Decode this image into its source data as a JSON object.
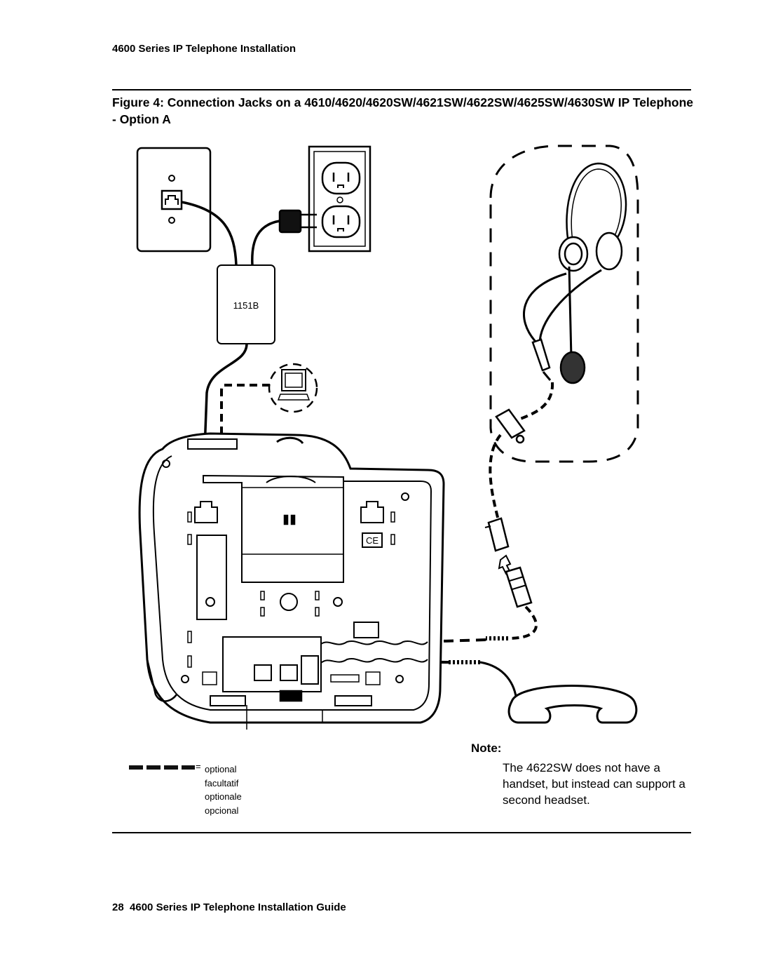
{
  "header": {
    "running_title": "4600 Series IP Telephone Installation"
  },
  "figure": {
    "title": "Figure 4: Connection Jacks on a 4610/4620/4620SW/4621SW/4622SW/4625SW/4630SW IP Telephone - Option A",
    "power_module_label": "1151B",
    "legend": {
      "equals": "=",
      "entries": [
        "optional",
        "facultatif",
        "optionale",
        "opcional"
      ]
    }
  },
  "note": {
    "heading": "Note:",
    "body": "The 4622SW does not have a handset, but instead can support a second headset."
  },
  "footer": {
    "page_number": "28",
    "guide_title": "4600 Series IP Telephone Installation Guide"
  }
}
